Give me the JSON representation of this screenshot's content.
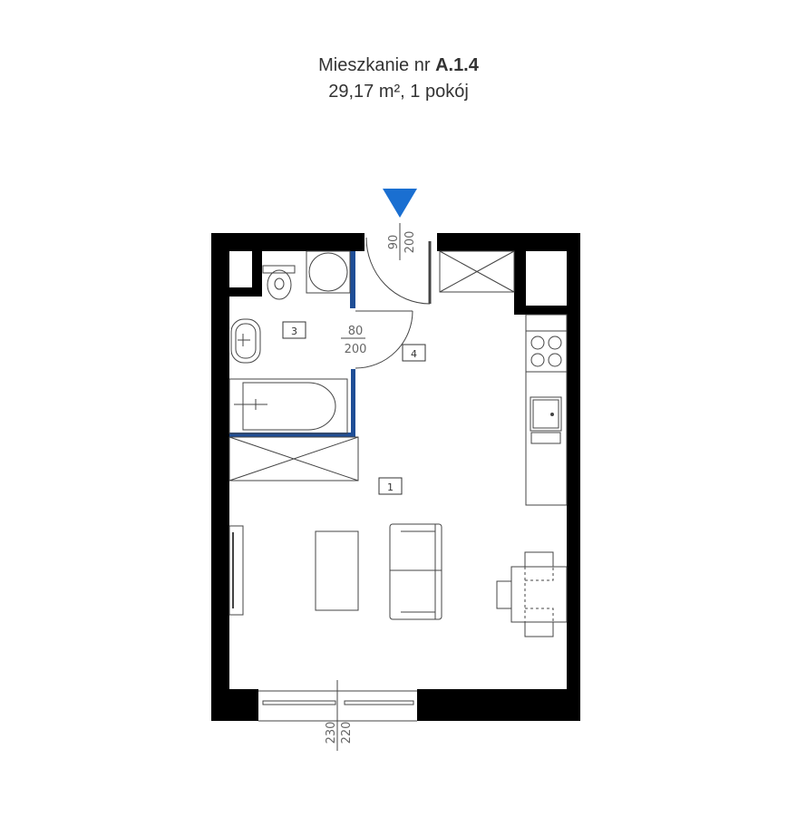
{
  "header": {
    "title_prefix": "Mieszkanie nr ",
    "apartment_number": "A.1.4",
    "subtitle": "29,17 m², 1 pokój"
  },
  "plan": {
    "entrance_color": "#1a6fd1",
    "wall_color": "#000000",
    "blue_wall_color": "#1f4e96",
    "rooms": [
      {
        "id": "1"
      },
      {
        "id": "3"
      },
      {
        "id": "4"
      }
    ],
    "room_labels": {
      "r1": "1",
      "r3": "3",
      "r4": "4"
    },
    "dimensions": {
      "entry_door_width": "90",
      "entry_door_height": "200",
      "bath_door_width": "80",
      "bath_door_height": "200",
      "window_top": "230",
      "window_bottom": "220"
    }
  }
}
